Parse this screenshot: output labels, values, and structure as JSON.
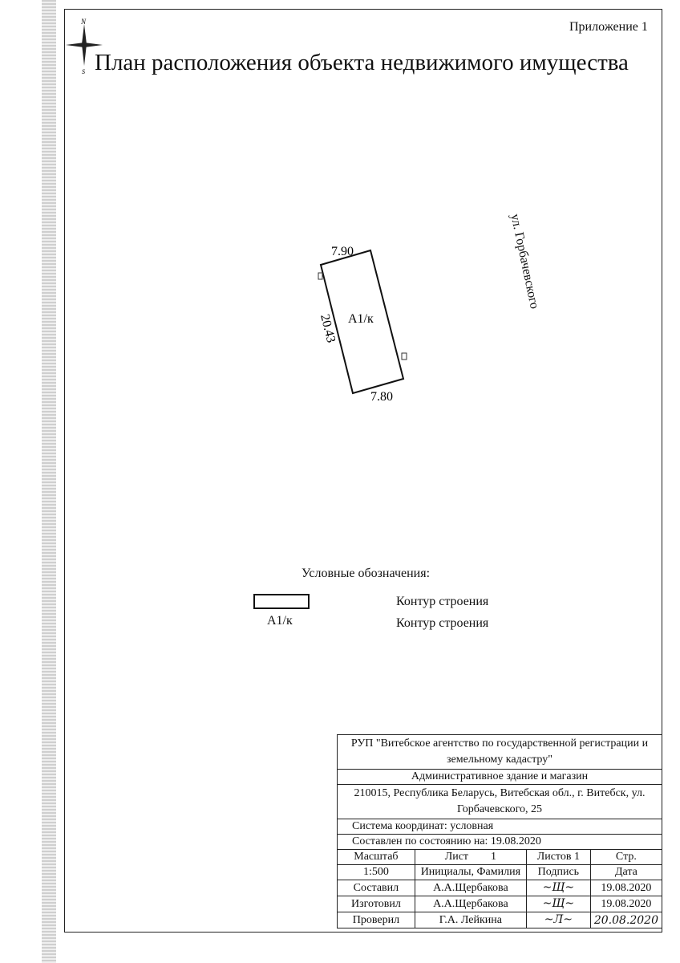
{
  "document": {
    "appendix": "Приложение 1",
    "title": "План расположения объекта недвижимого имущества",
    "compass": {
      "north": "N",
      "south": "S"
    },
    "street_label": "ул. Горбачевского",
    "building": {
      "label": "А1/к",
      "dimensions": {
        "top": "7.90",
        "left": "20.43",
        "bottom": "7.80"
      }
    },
    "legend": {
      "title": "Условные обозначения:",
      "items": [
        {
          "symbol_label": "",
          "text": "Контур строения"
        },
        {
          "symbol_label": "А1/к",
          "text": "Контур строения"
        }
      ]
    }
  },
  "stamp": {
    "organization": "РУП \"Витебское агентство по государственной регистрации и земельному кадастру\"",
    "object_name": "Административное здание и магазин",
    "address": "210015, Республика Беларусь, Витебская обл., г. Витебск, ул. Горбачевского, 25",
    "coordinate_system": "Система координат:  условная",
    "state_date": "Составлен по состоянию на: 19.08.2020",
    "grid": [
      [
        "Масштаб",
        "Лист        1",
        "Листов 1",
        "Стр."
      ],
      [
        "1:500",
        "Инициалы, Фамилия",
        "Подпись",
        "Дата"
      ],
      [
        "Составил",
        "А.А.Щербакова",
        "",
        "19.08.2020"
      ],
      [
        "Изготовил",
        "А.А.Щербакова",
        "",
        "19.08.2020"
      ],
      [
        "Проверил",
        "Г.А. Лейкина",
        "",
        "20.08.2020"
      ]
    ]
  }
}
